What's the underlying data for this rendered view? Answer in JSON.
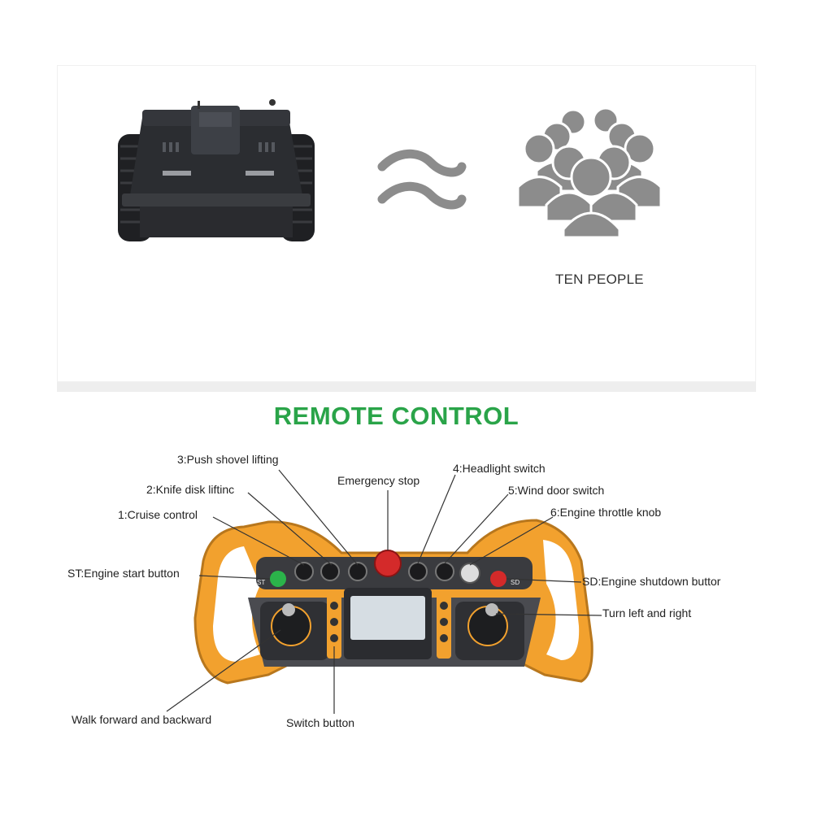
{
  "comparison": {
    "symbol": "≈",
    "caption": "TEN PEOPLE"
  },
  "remote": {
    "title": "REMOTE CONTROL",
    "labels": {
      "push_shovel": "3:Push shovel lifting",
      "knife_disk": "2:Knife disk liftinc",
      "cruise": "1:Cruise control",
      "emergency": "Emergency stop",
      "headlight": "4:Headlight switch",
      "wind_door": "5:Wind door switch",
      "throttle": "6:Engine throttle knob",
      "engine_start": "ST:Engine start button",
      "engine_shutdown": "SD:Engine shutdown buttor",
      "turn": "Turn left and right",
      "walk": "Walk forward and backward",
      "switch": "Switch button"
    },
    "panel_marks": {
      "st": "ST",
      "sd": "SD"
    }
  },
  "colors": {
    "title_green": "#2aa449",
    "controller_orange": "#f2a12e",
    "people_gray": "#8c8c8c",
    "robot_black": "#2b2d31"
  }
}
